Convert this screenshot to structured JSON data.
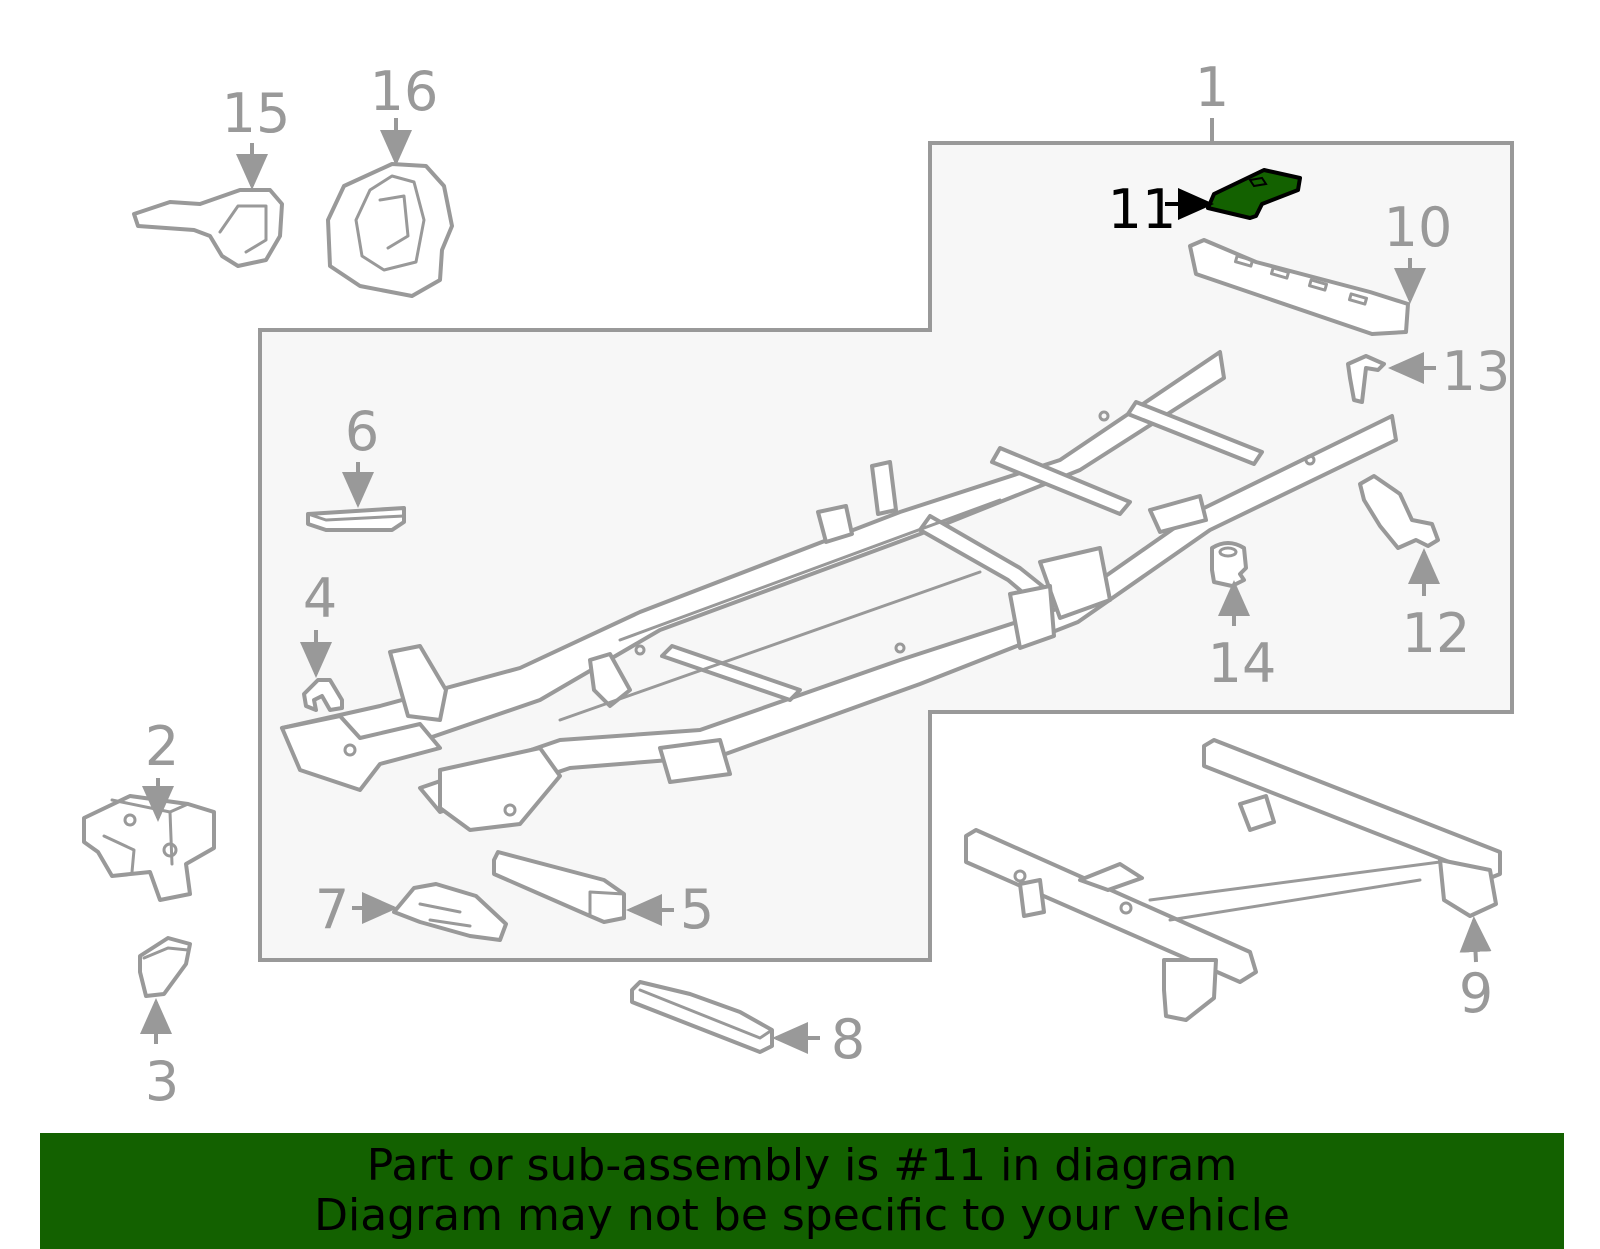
{
  "callouts": {
    "c1": "1",
    "c2": "2",
    "c3": "3",
    "c4": "4",
    "c5": "5",
    "c6": "6",
    "c7": "7",
    "c8": "8",
    "c9": "9",
    "c10": "10",
    "c11": "11",
    "c12": "12",
    "c13": "13",
    "c14": "14",
    "c15": "15",
    "c16": "16"
  },
  "highlighted_part": "11",
  "colors": {
    "highlight_fill": "#136100",
    "part_stroke": "#999999",
    "assembly_box_fill": "#f7f7f7",
    "banner_background": "#136100"
  },
  "banner": {
    "line1": "Part or sub-assembly is #11 in diagram",
    "line2": "Diagram may not be specific to your vehicle"
  }
}
